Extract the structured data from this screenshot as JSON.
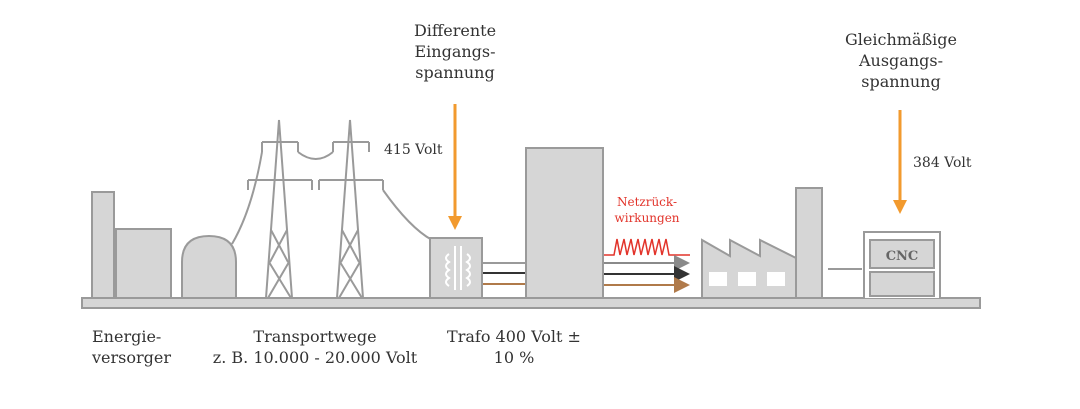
{
  "labels": {
    "input_voltage_title": "Differente\nEingangs-\nspannung",
    "output_voltage_title": "Gleichmäßige\nAusgangs-\nspannung",
    "volt_415": "415 Volt",
    "volt_384": "384 Volt",
    "network_feedback": "Netzrück-\nwirkungen",
    "cnc": "CNC",
    "energy_supplier": "Energie-\nversorger",
    "transport": "Transportwege\nz. B. 10.000 - 20.000 Volt",
    "transformer": "Trafo 400 Volt ±\n10 %"
  },
  "colors": {
    "building": "#d6d6d6",
    "outline": "#9a9a9a",
    "arrow": "#f29a2e",
    "feedback": "#e2332a",
    "line_dark": "#333333",
    "line_brown": "#b07a4a",
    "text": "#333333"
  }
}
